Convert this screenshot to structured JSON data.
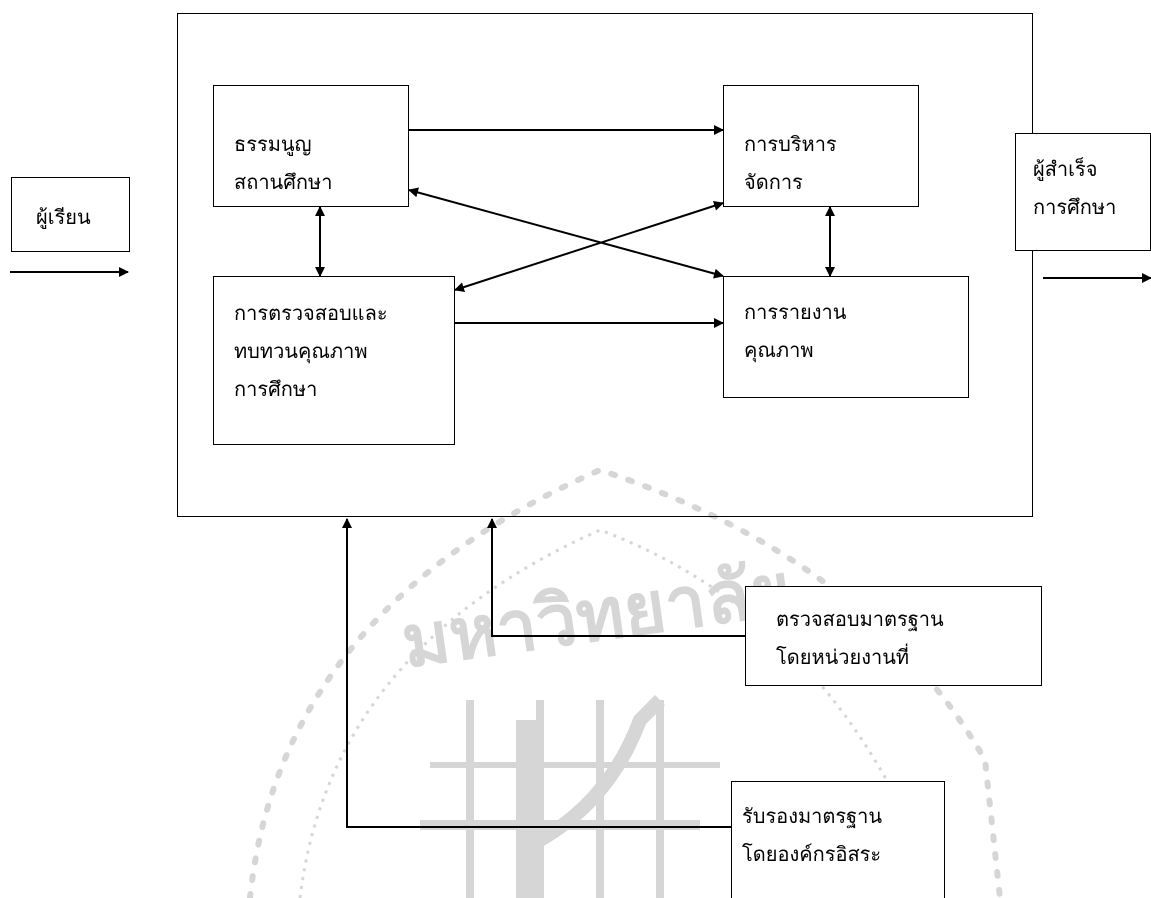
{
  "colors": {
    "line": "#000000",
    "watermark": "#d4d4d4",
    "background": "#ffffff"
  },
  "watermark": {
    "label": "มหาวิทยาลัย",
    "icon": "university-seal"
  },
  "nodes": {
    "learner": {
      "line1": "ผู้เรียน"
    },
    "graduate": {
      "line1": "ผู้สำเร็จ",
      "line2": "การศึกษา"
    },
    "charter": {
      "line1": "ธรรมนูญ",
      "line2": "สถานศึกษา"
    },
    "management": {
      "line1": "การบริหาร",
      "line2": "จัดการ"
    },
    "audit": {
      "line1": "การตรวจสอบและ",
      "line2": "ทบทวนคุณภาพ",
      "line3": "การศึกษา"
    },
    "report": {
      "line1": "การรายงาน",
      "line2": "คุณภาพ"
    },
    "inspection": {
      "line1": "ตรวจสอบมาตรฐาน",
      "line2": "โดยหน่วยงานที่"
    },
    "accreditation": {
      "line1": "รับรองมาตรฐาน",
      "line2": "โดยองค์กรอิสระ"
    }
  }
}
